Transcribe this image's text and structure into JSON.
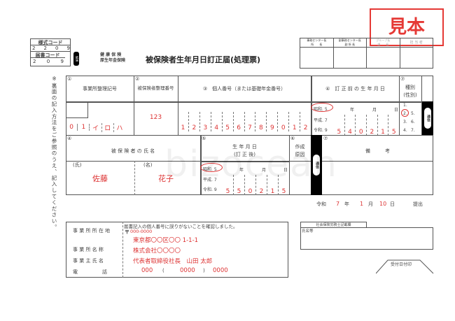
{
  "stamp": {
    "label": "見本",
    "color": "#e53935"
  },
  "codes": {
    "form_code_label": "様式コード",
    "form_code": [
      "2",
      "2",
      "0",
      "9"
    ],
    "notice_code_label": "届書コード",
    "notice_code": [
      "2",
      "0",
      "9"
    ],
    "badge": "紙届"
  },
  "insurance": {
    "line1": "健 康 保 険",
    "line2": "厚生年金保険"
  },
  "title": "被保険者生年月日訂正届(処理票)",
  "approval": [
    "事務センター長\n所　　長",
    "副事務センター長\n副 所 長",
    "グループ長\n課　　長",
    "担 当 者"
  ],
  "side_note": "※裏面の記入方法をご参照のうえ、記入してください。",
  "row1": {
    "c1_label": "事業所整理記号",
    "c1_num": "①",
    "c1_values": [
      "0",
      "1",
      "イ",
      "ロ",
      "ハ"
    ],
    "c2_label": "被保険者整理番号",
    "c2_num": "②",
    "c2_value": "123",
    "c3_label": "③　個人番号（または基礎年金番号）",
    "c3_values": [
      "1",
      "2",
      "3",
      "4",
      "5",
      "6",
      "7",
      "8",
      "9",
      "0",
      "1",
      "2"
    ],
    "c4_label": "④　訂 正 前 の 生 年 月 日",
    "c4_eras": [
      "昭和. 5",
      "平成. 7",
      "令和. 9"
    ],
    "c4_ymd": [
      "年",
      "月",
      "日"
    ],
    "c4_values": [
      "5",
      "4",
      "0",
      "2",
      "1",
      "5"
    ],
    "c7_num": "⑦",
    "c7_label": "種別\n(性別)",
    "c7_options": [
      "1.",
      "2.",
      "5.",
      "3.",
      "6.",
      "4.",
      "7."
    ],
    "side_badge": "通信"
  },
  "row2": {
    "name_num": "④",
    "name_label": "被 保 険 者 の 氏 名",
    "surname_label": "(氏)",
    "given_label": "(名)",
    "surname": "佐藤",
    "given": "花子",
    "dob_num": "⑤",
    "dob_label": "生 年 月 日\n(訂 正 後)",
    "dob_eras": [
      "昭和. 5",
      "平成. 7",
      "令和. 9"
    ],
    "dob_ymd": [
      "年",
      "月",
      "日"
    ],
    "dob_values": [
      "5",
      "5",
      "0",
      "2",
      "1",
      "5"
    ],
    "reason_num": "⑥",
    "reason_label": "作成\n原因",
    "side_badge": "通信",
    "remarks_num": "⑦",
    "remarks_label": "備　　　考"
  },
  "submit": {
    "era": "令和",
    "year": "7",
    "y": "年",
    "month": "1",
    "m": "月",
    "day": "10",
    "d": "日",
    "label": "提出"
  },
  "office": {
    "confirm": "届書記入の個人番号に誤りがないことを確認しました。",
    "labels": [
      "事 業 所 所 在 地",
      "事 業 所 名 称",
      "事 業 主 氏 名",
      "電　　　　　話"
    ],
    "postal_mark": "〒",
    "postal": "000-0000",
    "address": "東京都〇〇区〇〇 1-1-1",
    "name": "株式会社〇〇〇〇",
    "owner": "代表者取締役社長　山田 太郎",
    "phone": [
      "000",
      "(",
      "0000",
      ")",
      "0000"
    ]
  },
  "sharoushi": {
    "header": "社会保険労務士記載欄",
    "name_label": "氏名等"
  },
  "receipt": "受付日付印",
  "watermark": "bizocean"
}
